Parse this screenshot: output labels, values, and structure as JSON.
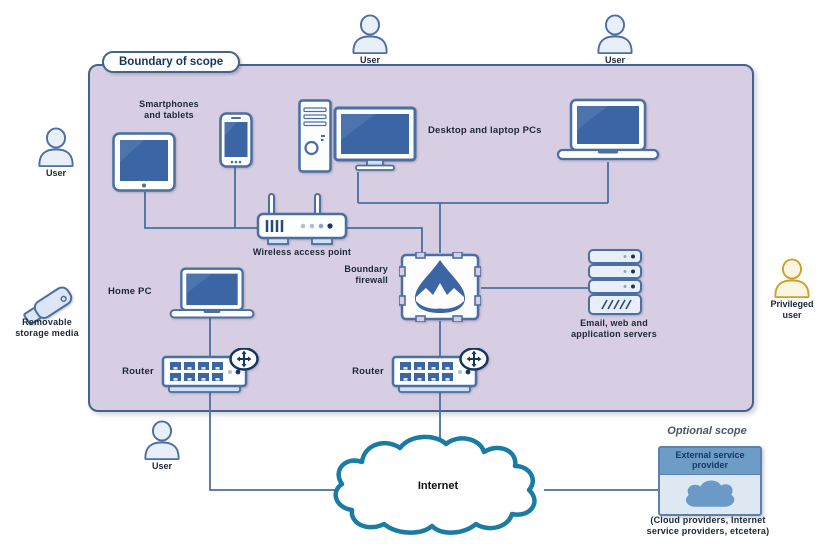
{
  "colors": {
    "boundary_fill": "#d8cee4",
    "boundary_border": "#41638e",
    "device_blue": "#3c66a3",
    "outline_blue": "#4a6fa0",
    "line_blue": "#4a6fa0",
    "cloud_teal": "#1a7ca3",
    "privileged_gold": "#c9a227",
    "esp_header_blue": "#6d9cc6"
  },
  "labels": {
    "boundary": "Boundary of scope",
    "user_top_left": "User",
    "user_top_right": "User",
    "user_left": "User",
    "user_bottom": "User",
    "privileged_user": "Privileged user",
    "smartphones_tablets": "Smartphones and tablets",
    "desktop_laptop": "Desktop and laptop PCs",
    "wireless_access_point": "Wireless access point",
    "boundary_firewall": "Boundary firewall",
    "servers": "Email, web and application servers",
    "home_pc": "Home PC",
    "router_left": "Router",
    "router_right": "Router",
    "removable_storage": "Removable storage media",
    "internet": "Internet",
    "optional_scope": "Optional scope",
    "esp_title": "External service provider",
    "esp_caption": "(Cloud providers, Internet service providers, etcetera)"
  }
}
